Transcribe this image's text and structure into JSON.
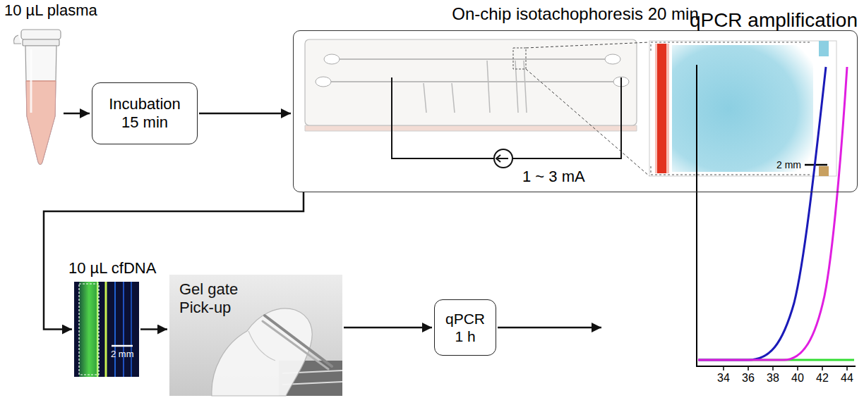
{
  "diagram": {
    "nodes": [
      {
        "text": [
          "10 µL plasma"
        ]
      },
      {
        "text": [
          "Incubation 15 min"
        ]
      },
      {
        "text": [
          "On-chip isotachophoresis 20 min"
        ]
      },
      {
        "text": [
          "10 µL cfDNA"
        ]
      },
      {
        "text": [
          "Gel gate Pick-up"
        ]
      },
      {
        "text": [
          "qPCR 1 h"
        ]
      },
      {
        "text": [
          "qPCR amplification"
        ]
      }
    ],
    "edges": [
      {
        "from": 0,
        "to": 1,
        "arrow": "to"
      },
      {
        "from": 1,
        "to": 2,
        "arrow": "to"
      },
      {
        "from": 2,
        "to": 3,
        "arrow": "to"
      },
      {
        "from": 3,
        "to": 4,
        "arrow": "to"
      },
      {
        "from": 4,
        "to": 5,
        "arrow": "to"
      },
      {
        "from": 5,
        "to": 6,
        "arrow": "to"
      }
    ],
    "labels": [
      "1 ~ 3 mA",
      "2 mm",
      "2 mm",
      "34",
      "36",
      "38",
      "40",
      "42",
      "44"
    ]
  }
}
